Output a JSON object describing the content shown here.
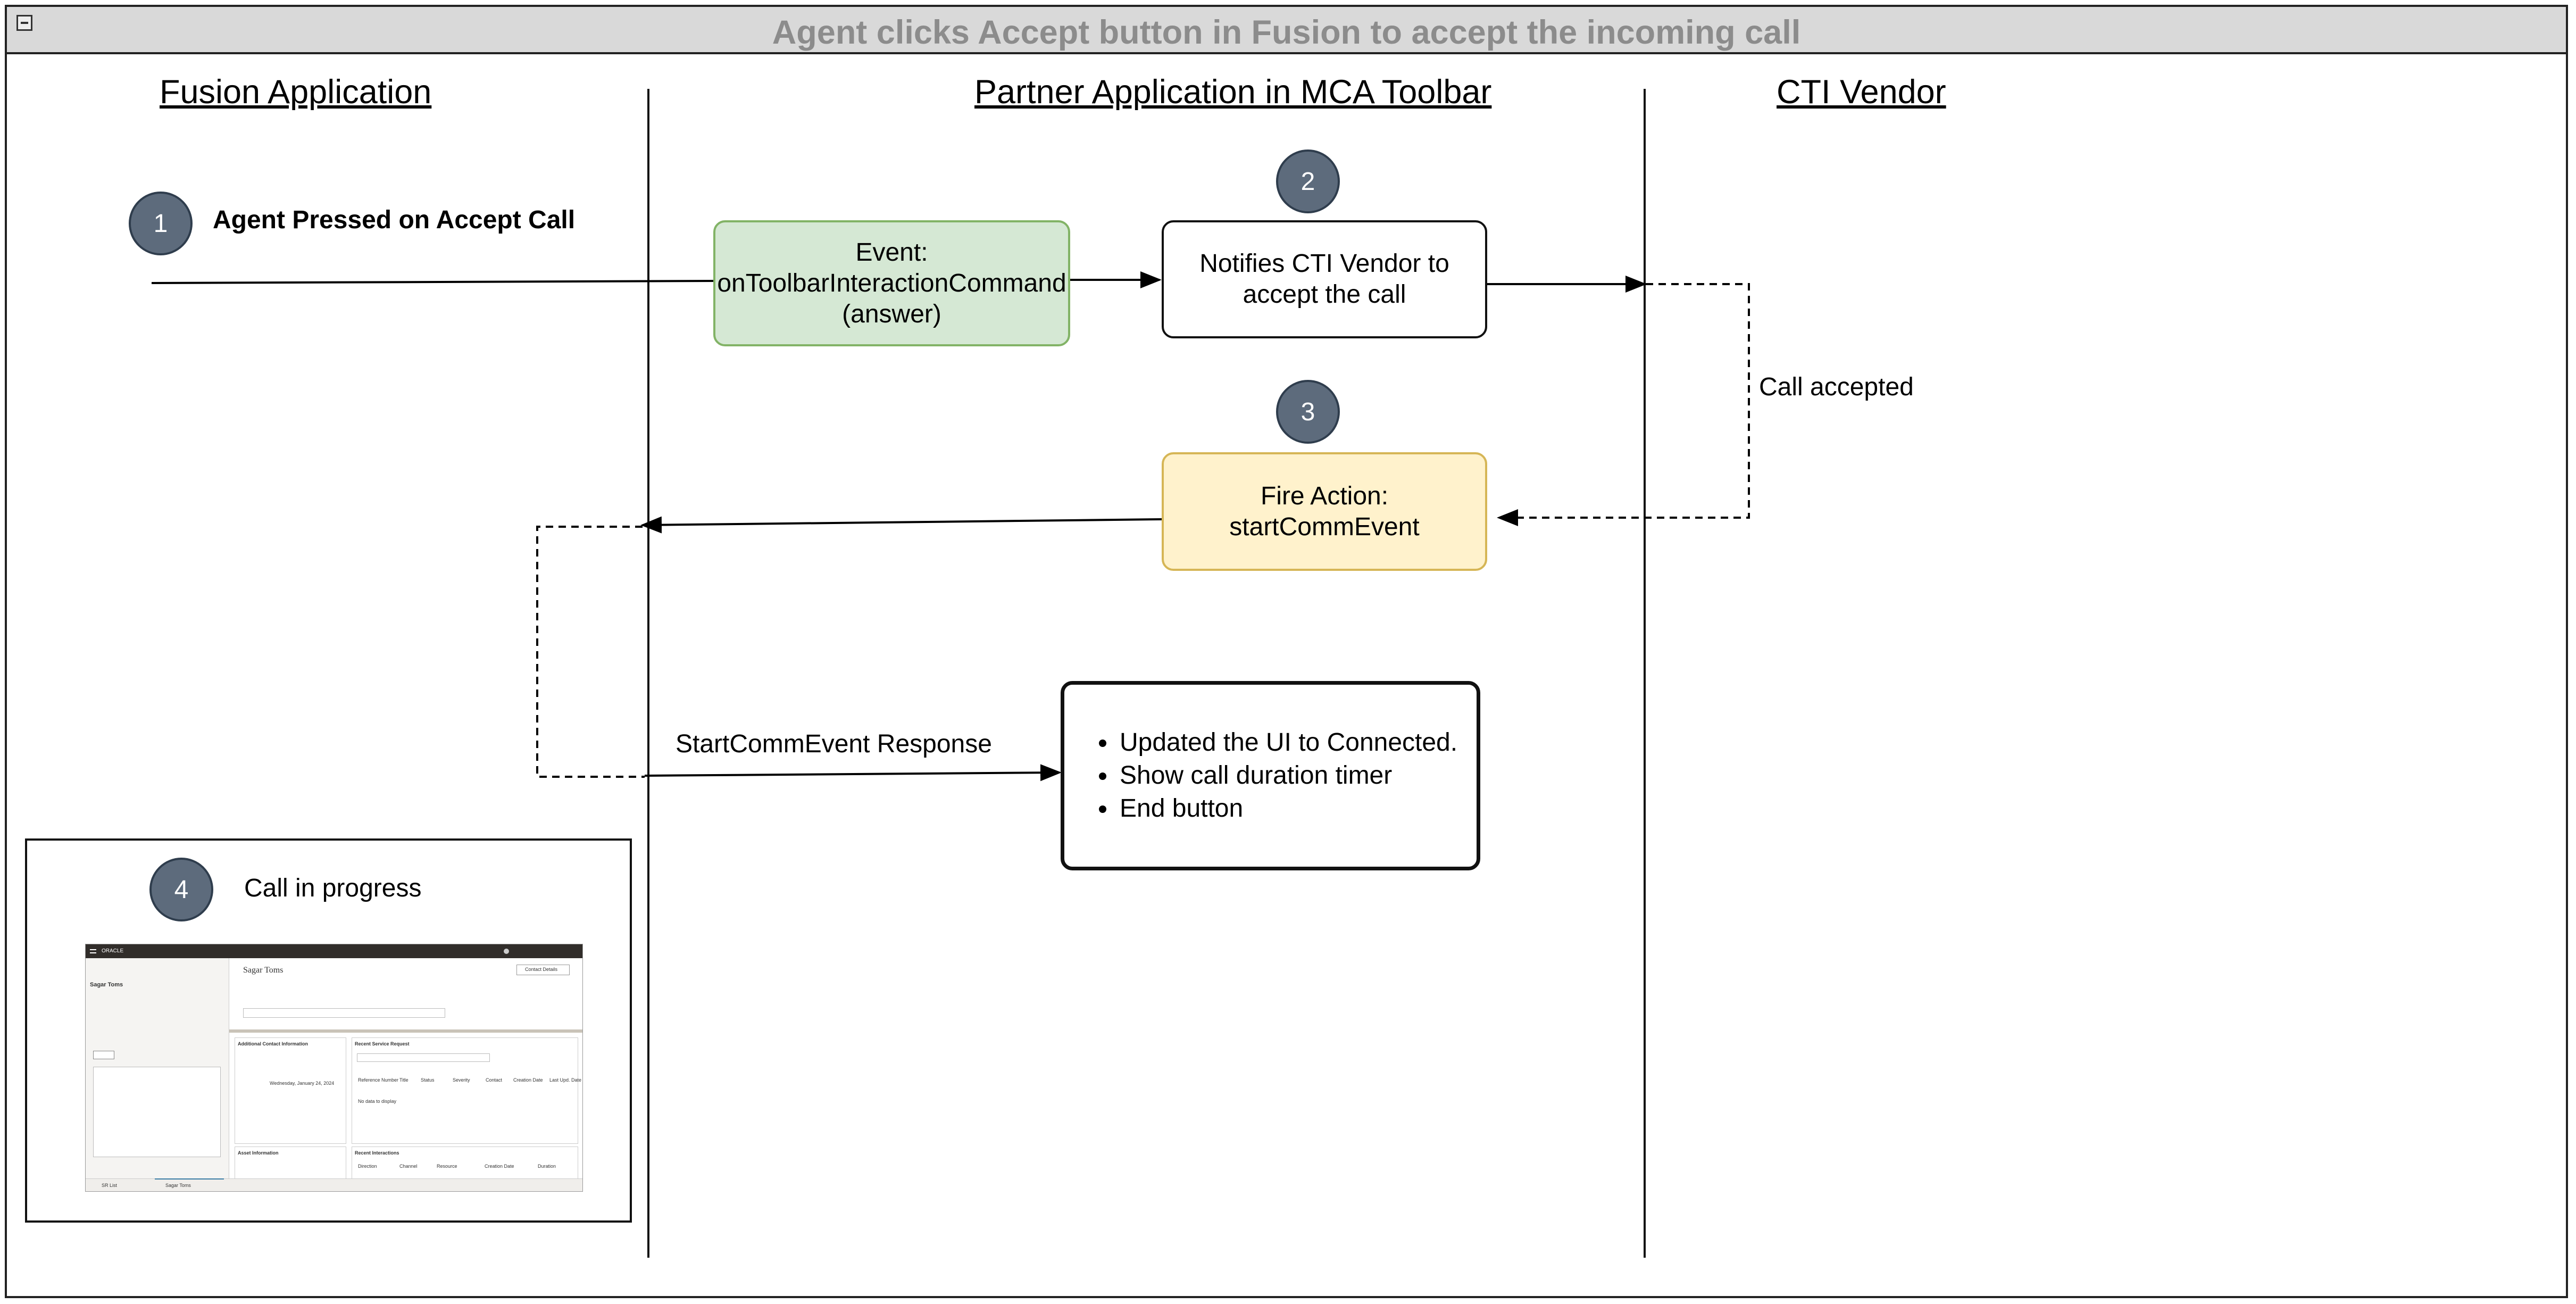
{
  "title": "Agent clicks Accept button in Fusion to accept the incoming call",
  "lanes": {
    "fusion": "Fusion Application",
    "partner": "Partner Application in MCA Toolbar",
    "cti": "CTI Vendor"
  },
  "steps": [
    {
      "number": "1",
      "text": "Agent Pressed on Accept Call"
    },
    {
      "number": "2"
    },
    {
      "number": "3"
    },
    {
      "number": "4",
      "text": "Call in progress"
    }
  ],
  "boxes": {
    "event": "Event: onToolbarInteractionCommand (answer)",
    "notify": "Notifies CTI Vendor to accept the call",
    "fire_action": "Fire Action: startCommEvent"
  },
  "labels": {
    "call_accepted": "Call accepted",
    "response": "StartCommEvent Response"
  },
  "notes": [
    "Updated the UI to Connected.",
    "Show call duration timer",
    "End button"
  ],
  "screenshot": {
    "brand": "ORACLE",
    "contact_name": "Sagar Toms",
    "panel1_title": "Additional Contact Information",
    "panel2_title": "Recent Service Request",
    "panel3_title": "Asset Information",
    "panel4_title": "Recent Interactions",
    "contact_label": "Contact Details",
    "no_data": "No data to display",
    "date": "Wednesday, January 24, 2024",
    "tab1": "SR List",
    "tab2": "Sagar Toms",
    "columns": [
      "Reference Number",
      "Title",
      "Status",
      "Severity",
      "Contact",
      "Creation Date",
      "Last Upd. Date"
    ],
    "interaction_columns": [
      "Direction",
      "Channel",
      "Resource",
      "Creation Date",
      "Duration"
    ]
  },
  "colors": {
    "title_bar": "#d9d9d9",
    "title_text": "#8c8c8c",
    "badge": "#5d6b7c",
    "event_fill": "#d5e8d4",
    "event_border": "#82b366",
    "action_fill": "#fff2cc",
    "action_border": "#d6b656"
  }
}
